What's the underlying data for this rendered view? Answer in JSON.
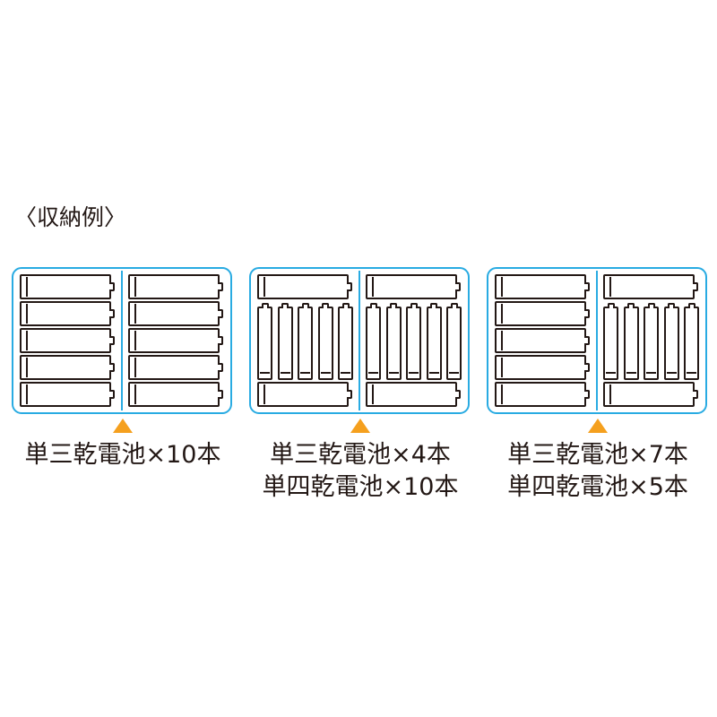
{
  "heading": "〈収納例〉",
  "colors": {
    "tray_border": "#29ABE2",
    "divider": "#29ABE2",
    "arrow": "#F5A01E",
    "battery_outline": "#231815",
    "background": "#FFFFFF",
    "text": "#231815"
  },
  "icons": {
    "arrow": "triangle-up-icon",
    "battery_aa": "battery-aa-icon",
    "battery_aaa": "battery-aaa-icon",
    "tray": "battery-case-icon"
  },
  "examples": [
    {
      "id": "example-1",
      "left_half": {
        "layout": "aa-stack",
        "aa_count": 5,
        "aaa_count": 0
      },
      "right_half": {
        "layout": "aa-stack",
        "aa_count": 5,
        "aaa_count": 0
      },
      "caption_lines": [
        "単三乾電池×10本"
      ],
      "totals": {
        "aa": 10,
        "aaa": 0
      }
    },
    {
      "id": "example-2",
      "left_half": {
        "layout": "mixed",
        "aa_count": 2,
        "aaa_count": 5
      },
      "right_half": {
        "layout": "mixed",
        "aa_count": 2,
        "aaa_count": 5
      },
      "caption_lines": [
        "単三乾電池×4本",
        "単四乾電池×10本"
      ],
      "totals": {
        "aa": 4,
        "aaa": 10
      }
    },
    {
      "id": "example-3",
      "left_half": {
        "layout": "aa-stack",
        "aa_count": 5,
        "aaa_count": 0
      },
      "right_half": {
        "layout": "mixed",
        "aa_count": 2,
        "aaa_count": 5
      },
      "caption_lines": [
        "単三乾電池×7本",
        "単四乾電池×5本"
      ],
      "totals": {
        "aa": 7,
        "aaa": 5
      }
    }
  ]
}
